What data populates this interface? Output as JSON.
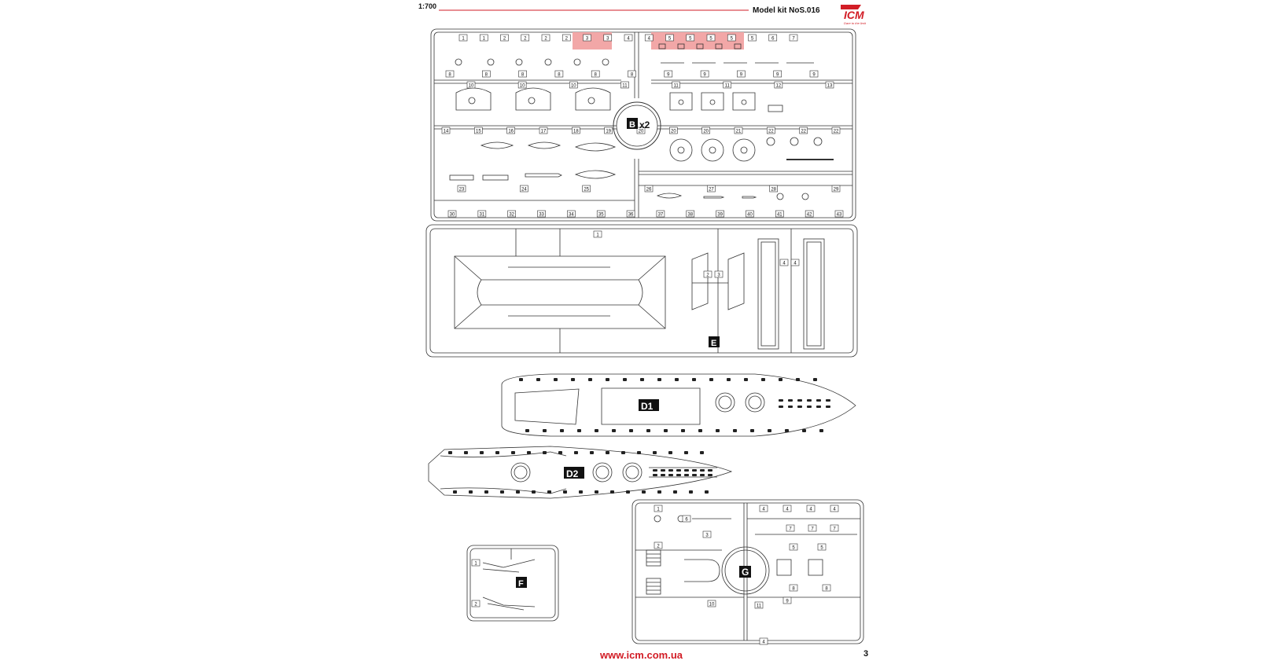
{
  "header": {
    "scale": "1:700",
    "kit_label": "Model kit NoS.016",
    "brand": "ICM",
    "brand_tagline": "Dare to the limit",
    "brand_color": "#d21d26",
    "rule_color": "#d21d26"
  },
  "sprues": {
    "B": {
      "letter": "B",
      "multiplier": "x2",
      "row1": [
        "1",
        "1",
        "2",
        "2",
        "2",
        "2",
        "3",
        "3",
        "4",
        "4",
        "5",
        "5",
        "5",
        "5",
        "5",
        "6",
        "7"
      ],
      "row2": [
        "8",
        "8",
        "8",
        "8",
        "8",
        "8",
        "9",
        "9",
        "9",
        "9",
        "9"
      ],
      "row3": [
        "10",
        "10",
        "10",
        "11",
        "11",
        "11",
        "12",
        "13"
      ],
      "row4": [
        "14",
        "15",
        "16",
        "17",
        "18",
        "19",
        "20",
        "20",
        "20",
        "21",
        "22",
        "22",
        "22"
      ],
      "row5": [
        "23",
        "24",
        "25",
        "26",
        "27",
        "28",
        "29"
      ],
      "row6": [
        "30",
        "31",
        "32",
        "33",
        "34",
        "35",
        "36",
        "37",
        "38",
        "39",
        "40",
        "41",
        "42",
        "43"
      ],
      "highlight_color": "#f2a7a7"
    },
    "E": {
      "letter": "E",
      "labels": [
        "1",
        "2",
        "3",
        "4",
        "4"
      ]
    },
    "D1": {
      "letter": "D1"
    },
    "D2": {
      "letter": "D2"
    },
    "F": {
      "letter": "F",
      "labels": [
        "1",
        "2"
      ]
    },
    "G": {
      "letter": "G",
      "labels": [
        "1",
        "2",
        "3",
        "4",
        "4",
        "4",
        "4",
        "4",
        "5",
        "5",
        "6",
        "7",
        "7",
        "7",
        "8",
        "8",
        "9",
        "10",
        "11"
      ]
    }
  },
  "footer": {
    "url": "www.icm.com.ua",
    "page_number": "3"
  }
}
